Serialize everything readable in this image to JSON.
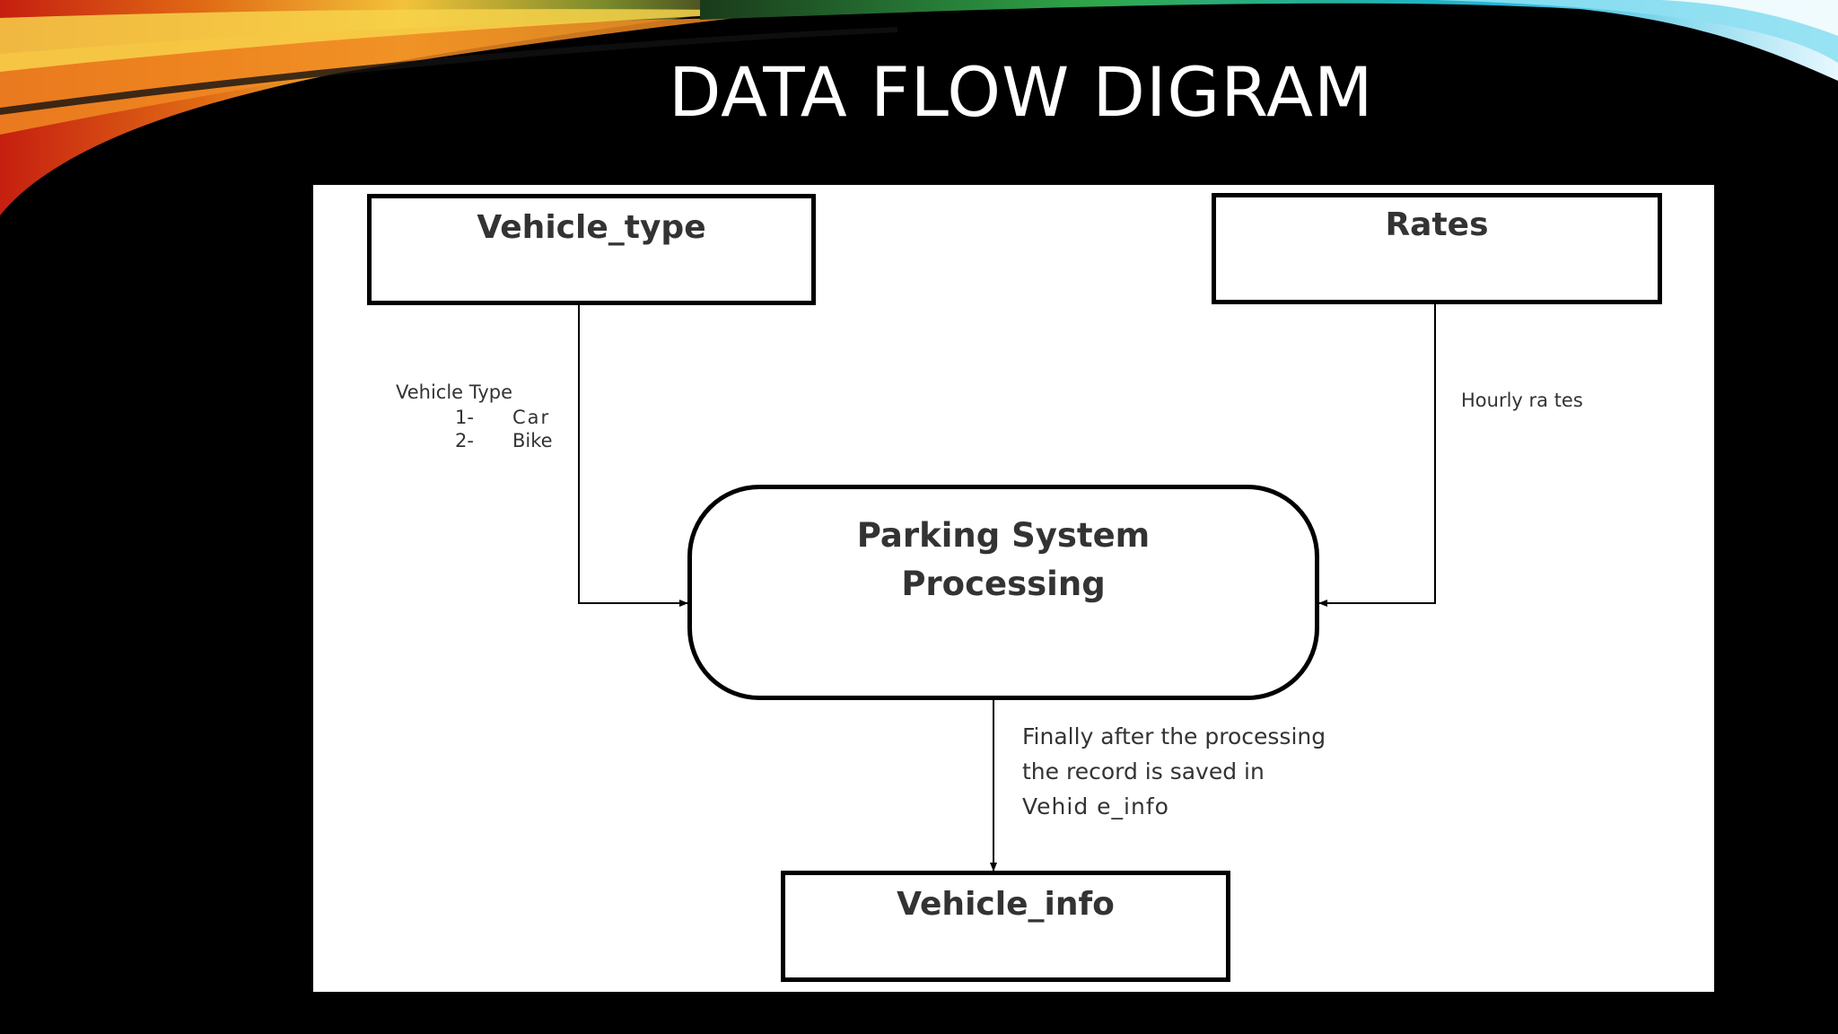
{
  "slide": {
    "title": "DATA FLOW DIGRAM"
  },
  "colors": {
    "background": "#000000",
    "panel": "#ffffff",
    "swoosh_gradient": [
      "#f3c23a",
      "#e06a14",
      "#c61f10",
      "#2fa84a",
      "#1fb6d9",
      "#ffffff"
    ]
  },
  "diagram": {
    "entities": {
      "vehicle_type": "Vehicle_type",
      "rates": "Rates",
      "vehicle_info": "Vehicle_info"
    },
    "process": {
      "line1": "Parking System",
      "line2": "Processing"
    },
    "flows": {
      "vehicle_type_flow": {
        "heading": "Vehicle Type",
        "items": [
          {
            "number": "1-",
            "label": "Car"
          },
          {
            "number": "2-",
            "label": "Bike"
          }
        ]
      },
      "rates_flow": "Hourly ra tes",
      "output_flow": [
        "Finally after the processing",
        "the record is saved in",
        "Vehid e_info"
      ]
    }
  }
}
